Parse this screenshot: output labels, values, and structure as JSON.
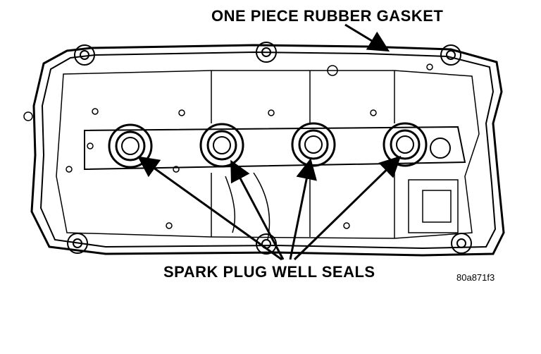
{
  "labels": {
    "gasket": "ONE PIECE RUBBER GASKET",
    "seals": "SPARK PLUG WELL SEALS",
    "figure_code": "80a871f3"
  },
  "colors": {
    "ink": "#000000",
    "paper": "#ffffff"
  }
}
